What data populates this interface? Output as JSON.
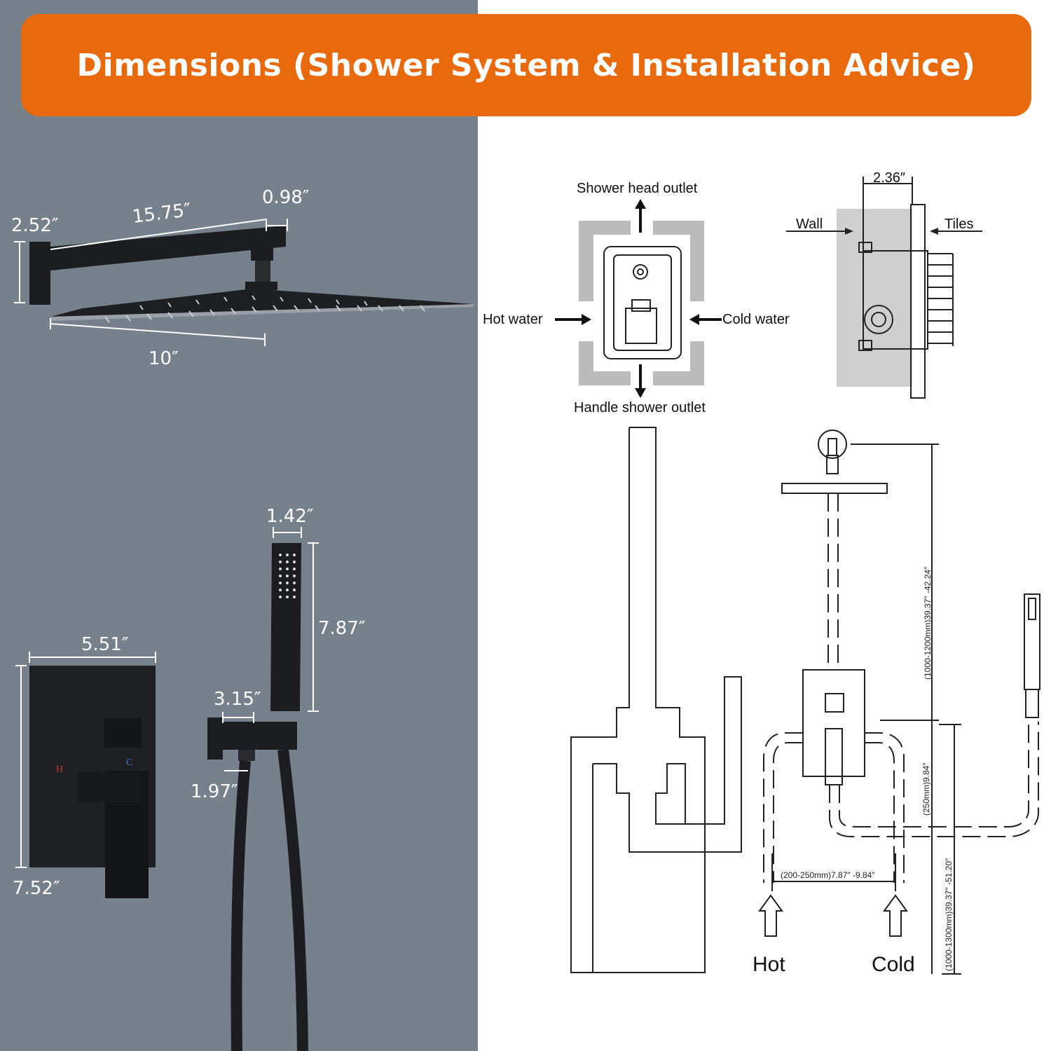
{
  "banner": {
    "title": "Dimensions (Shower System & Installation Advice)"
  },
  "colors": {
    "banner": "#e86a0c",
    "left_panel": "#77818b",
    "right_panel": "#ffffff",
    "fixture": "#1c1d20"
  },
  "dimensions": {
    "arm_height": "2.52″",
    "arm_length": "15.75″",
    "arm_thickness": "0.98″",
    "head_width": "10″",
    "handset_width": "1.42″",
    "handset_length": "7.87″",
    "plate_width": "5.51″",
    "plate_height": "7.52″",
    "holder_width": "3.15″",
    "holder_outlet": "1.97″",
    "valve_depth": "2.36″"
  },
  "valve_front": {
    "shower_head_outlet": "Shower head outlet",
    "hot_water": "Hot water",
    "cold_water": "Cold water",
    "handle_shower_outlet": "Handle shower outlet"
  },
  "valve_side": {
    "wall": "Wall",
    "tiles": "Tiles"
  },
  "install": {
    "height_head": "(1000-1200mm)39.37″ -42.24″",
    "height_valve": "(250mm)9.84″",
    "height_floor": "(1000-1300mm)39.37″ -51.20″",
    "spacing": "(200-250mm)7.87″ -9.84″",
    "hot": "Hot",
    "cold": "Cold"
  },
  "valve_marks": {
    "hot": "H",
    "cold": "C"
  }
}
